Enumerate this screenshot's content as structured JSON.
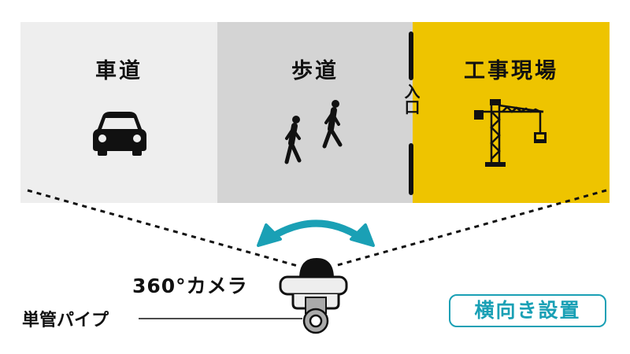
{
  "zones": {
    "road": {
      "label": "車道",
      "icon": "car-icon",
      "color": "#eeeeee"
    },
    "sidewalk": {
      "label": "歩道",
      "icon": "pedestrians-icon",
      "color": "#d4d4d4"
    },
    "construction": {
      "label": "工事現場",
      "icon": "tower-crane-icon",
      "color": "#eec400"
    }
  },
  "entrance": {
    "label": "入口"
  },
  "camera": {
    "label": "360°カメラ",
    "icon": "dome-camera-icon"
  },
  "pipe": {
    "label": "単管パイプ"
  },
  "orientation_badge": {
    "label": "横向き設置",
    "color": "#1aa0b5"
  },
  "rotation_arrow": {
    "icon": "rotation-arrow-icon",
    "color": "#1aa0b5"
  }
}
